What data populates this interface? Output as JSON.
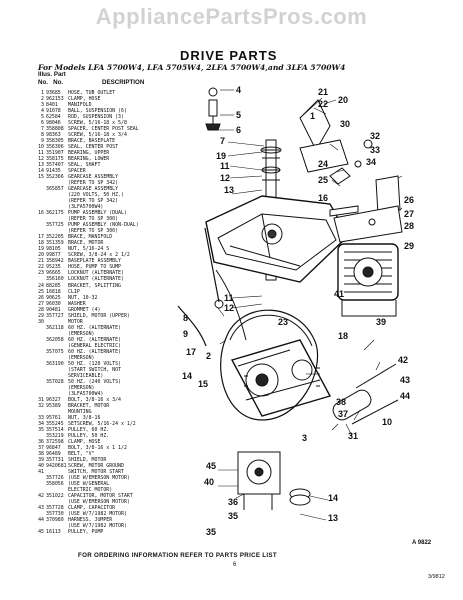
{
  "watermark": "AppliancePartsPros.com",
  "title": "DRIVE PARTS",
  "models": "For Models LFA 5700W4, LFA 5705W4, 2LFA 5700W4,and 3LFA 5700W4",
  "table_head": {
    "illus": "Illus. Part\nNo.   No.",
    "description": "DESCRIPTION"
  },
  "parts": [
    {
      "n": "1",
      "p": "93685",
      "d": "HOSE, TUB OUTLET"
    },
    {
      "n": "2",
      "p": "962153",
      "d": "CLAMP, HOSE"
    },
    {
      "n": "3",
      "p": "8401",
      "d": "MANIFOLD"
    },
    {
      "n": "4",
      "p": "91078",
      "d": "BALL, SUSPENSION (6)"
    },
    {
      "n": "5",
      "p": "62584",
      "d": "ROD, SUSPENSION (3)"
    },
    {
      "n": "6",
      "p": "98046",
      "d": "SCREW, 5/16-18 x 5/8"
    },
    {
      "n": "7",
      "p": "358808",
      "d": "SPACER, CENTER POST SEAL"
    },
    {
      "n": "8",
      "p": "98363",
      "d": "SCREW, 5/16-18 x 3/4"
    },
    {
      "n": "9",
      "p": "358305",
      "d": "BRACE, BASEPLATE"
    },
    {
      "n": "10",
      "p": "356306",
      "d": "SEAL, CENTER POST"
    },
    {
      "n": "11",
      "p": "351907",
      "d": "BEARING, UPPER"
    },
    {
      "n": "12",
      "p": "358175",
      "d": "BEARING, LOWER"
    },
    {
      "n": "13",
      "p": "357407",
      "d": "SEAL, SHAFT"
    },
    {
      "n": "14",
      "p": "91435",
      "d": "SPACER"
    },
    {
      "n": "15",
      "p": "352366",
      "d": "GEARCASE ASSEMBLY"
    },
    {
      "n": "",
      "p": "",
      "d": "(REFER TO SP 342)"
    },
    {
      "n": "",
      "p": "365857",
      "d": "GEARCASE ASSEMBLY"
    },
    {
      "n": "",
      "p": "",
      "d": "(220 VOLTS, 50 HZ.)"
    },
    {
      "n": "",
      "p": "",
      "d": "(REFER TO SP 342)"
    },
    {
      "n": "",
      "p": "",
      "d": "(3LFA5700W4)"
    },
    {
      "n": "16",
      "p": "362175",
      "d": "PUMP ASSEMBLY (DUAL)"
    },
    {
      "n": "",
      "p": "",
      "d": "(REFER TO SP 300)"
    },
    {
      "n": "",
      "p": "357725",
      "d": "PUMP ASSEMBLY (NON-DUAL)"
    },
    {
      "n": "",
      "p": "",
      "d": "(REFER TO SP 300)"
    },
    {
      "n": "17",
      "p": "352205",
      "d": "BRACE, MANIFOLD"
    },
    {
      "n": "18",
      "p": "351359",
      "d": "BRACE, MOTOR"
    },
    {
      "n": "19",
      "p": "98105",
      "d": "NUT, 5/16-24 S"
    },
    {
      "n": "20",
      "p": "99877",
      "d": "SCREW, 3/8-24 x 2 1/2"
    },
    {
      "n": "21",
      "p": "358942",
      "d": "BASEPLATE ASSEMBLY"
    },
    {
      "n": "22",
      "p": "95235",
      "d": "HOSE, PUMP TO SUMP"
    },
    {
      "n": "23",
      "p": "96665",
      "d": "LOCKNUT (ALTERNATE)"
    },
    {
      "n": "",
      "p": "356160",
      "d": "LOCKNUT (ALTERNATE)"
    },
    {
      "n": "24",
      "p": "88285",
      "d": "BRACKET, SPLITTING"
    },
    {
      "n": "25",
      "p": "16818",
      "d": "CLIP"
    },
    {
      "n": "26",
      "p": "90625",
      "d": "NUT, 10-32"
    },
    {
      "n": "27",
      "p": "96030",
      "d": "WASHER"
    },
    {
      "n": "28",
      "p": "90481",
      "d": "GROMMET (4)"
    },
    {
      "n": "29",
      "p": "357727",
      "d": "SHIELD, MOTOR (UPPER)"
    },
    {
      "n": "30",
      "p": "",
      "d": "MOTOR"
    },
    {
      "n": "",
      "p": "362118",
      "d": "60 HZ. (ALTERNATE)"
    },
    {
      "n": "",
      "p": "",
      "d": "(EMERSON)"
    },
    {
      "n": "",
      "p": "362058",
      "d": "60 HZ. (ALTERNATE)"
    },
    {
      "n": "",
      "p": "",
      "d": "(GENERAL ELECTRIC)"
    },
    {
      "n": "",
      "p": "357075",
      "d": "60 HZ. (ALTERNATE)"
    },
    {
      "n": "",
      "p": "",
      "d": "(EMERSON)"
    },
    {
      "n": "",
      "p": "363190",
      "d": "50 HZ. (120 VOLTS)"
    },
    {
      "n": "",
      "p": "",
      "d": "(START SWITCH, NOT"
    },
    {
      "n": "",
      "p": "",
      "d": "SERVICEABLE)"
    },
    {
      "n": "",
      "p": "357028",
      "d": "50 HZ. (240 VOLTS)"
    },
    {
      "n": "",
      "p": "",
      "d": "(EMERSON)"
    },
    {
      "n": "",
      "p": "",
      "d": "(3LFA5700W4)"
    },
    {
      "n": "31",
      "p": "96327",
      "d": "BOLT, 3/8-16 x 3/4"
    },
    {
      "n": "32",
      "p": "95389",
      "d": "BRACKET, MOTOR"
    },
    {
      "n": "",
      "p": "",
      "d": "MOUNTING"
    },
    {
      "n": "33",
      "p": "95761",
      "d": "NUT, 3/8-16"
    },
    {
      "n": "34",
      "p": "355245",
      "d": "SETSCREW, 5/16-24 x 1/2"
    },
    {
      "n": "35",
      "p": "357514",
      "d": "PULLEY, 60 HZ."
    },
    {
      "n": "",
      "p": "353219",
      "d": "PULLEY, 50 HZ."
    },
    {
      "n": "36",
      "p": "372598",
      "d": "CLAMP, HOSE"
    },
    {
      "n": "37",
      "p": "96847",
      "d": "BOLT, 3/8-16 x 1 1/2"
    },
    {
      "n": "38",
      "p": "96489",
      "d": "BELT, \"V\""
    },
    {
      "n": "39",
      "p": "357731",
      "d": "SHIELD, MOTOR"
    },
    {
      "n": "40",
      "p": "9420681",
      "d": "SCREW, MOTOR GROUND"
    },
    {
      "n": "41",
      "p": "",
      "d": "SWITCH, MOTOR START"
    },
    {
      "n": "",
      "p": "357726",
      "d": "(USE W/EMERSON MOTOR)"
    },
    {
      "n": "",
      "p": "358056",
      "d": "(USE W/GENERAL"
    },
    {
      "n": "",
      "p": "",
      "d": "ELECTRIC MOTOR)"
    },
    {
      "n": "42",
      "p": "351022",
      "d": "CAPACITOR, MOTOR START"
    },
    {
      "n": "",
      "p": "",
      "d": "(USE W/EMERSON MOTOR)"
    },
    {
      "n": "43",
      "p": "357728",
      "d": "CLAMP, CAPACITOR"
    },
    {
      "n": "",
      "p": "357730",
      "d": "(USE W/7/1982 MOTOR)"
    },
    {
      "n": "44",
      "p": "370980",
      "d": "HARNESS, JUMPER"
    },
    {
      "n": "",
      "p": "",
      "d": "(USE W/7/1982 MOTOR)"
    },
    {
      "n": "45",
      "p": "16113",
      "d": "PULLEY, PUMP"
    }
  ],
  "callouts": {
    "c1": "1",
    "c2": "2",
    "c3": "3",
    "c4": "4",
    "c5": "5",
    "c6": "6",
    "c7": "7",
    "c8": "8",
    "c9": "9",
    "c10": "10",
    "c11": "11",
    "c12": "12",
    "c13": "13",
    "c14": "14",
    "c15": "15",
    "c16": "16",
    "c17": "17",
    "c18": "18",
    "c19": "19",
    "c20": "20",
    "c21": "21",
    "c22": "22",
    "c23": "23",
    "c24": "24",
    "c25": "25",
    "c26": "26",
    "c27": "27",
    "c28": "28",
    "c29": "29",
    "c30": "30",
    "c31": "31",
    "c32": "32",
    "c33": "33",
    "c34": "34",
    "c35": "35",
    "c36": "36",
    "c37": "37",
    "c38": "38",
    "c39": "39",
    "c40": "40",
    "c41": "41",
    "c42": "42",
    "c43": "43",
    "c44": "44",
    "c45": "45"
  },
  "figure_code": "A 9822",
  "footer": "FOR ORDERING INFORMATION REFER TO PARTS PRICE LIST",
  "page_number": "6",
  "doc_code": "3/9812"
}
